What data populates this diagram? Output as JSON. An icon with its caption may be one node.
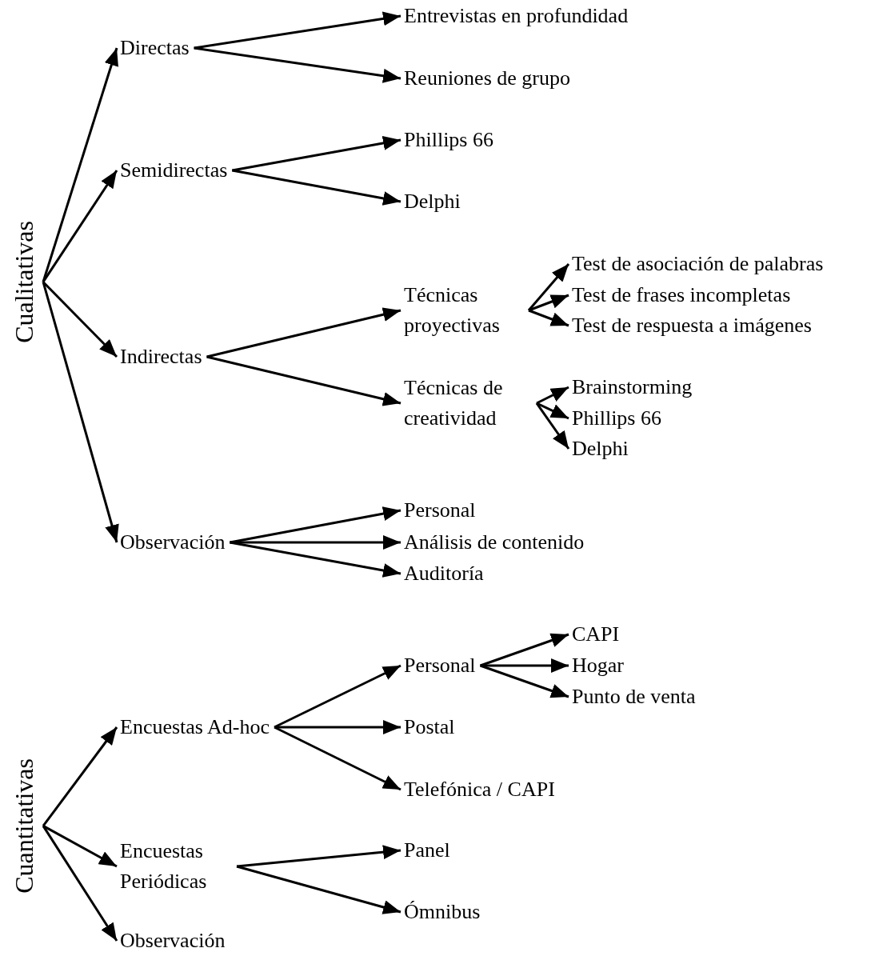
{
  "diagram": {
    "nodes": [
      {
        "text": [
          "Cualitativas"
        ]
      },
      {
        "text": [
          "Directas"
        ]
      },
      {
        "text": [
          "Entrevistas en profundidad"
        ]
      },
      {
        "text": [
          "Reuniones de grupo"
        ]
      },
      {
        "text": [
          "Semidirectas"
        ]
      },
      {
        "text": [
          "Phillips 66"
        ]
      },
      {
        "text": [
          "Delphi"
        ]
      },
      {
        "text": [
          "Indirectas"
        ]
      },
      {
        "text": [
          "Técnicas proyectivas"
        ]
      },
      {
        "text": [
          "Test de asociación de palabras"
        ]
      },
      {
        "text": [
          "Test de frases incompletas"
        ]
      },
      {
        "text": [
          "Test de respuesta a imágenes"
        ]
      },
      {
        "text": [
          "Técnicas de creatividad"
        ]
      },
      {
        "text": [
          "Brainstorming"
        ]
      },
      {
        "text": [
          "Phillips 66"
        ]
      },
      {
        "text": [
          "Delphi"
        ]
      },
      {
        "text": [
          "Observación"
        ]
      },
      {
        "text": [
          "Personal"
        ]
      },
      {
        "text": [
          "Análisis de contenido"
        ]
      },
      {
        "text": [
          "Auditoría"
        ]
      },
      {
        "text": [
          "Cuantitativas"
        ]
      },
      {
        "text": [
          "Encuestas Ad-hoc"
        ]
      },
      {
        "text": [
          "Personal"
        ]
      },
      {
        "text": [
          "CAPI"
        ]
      },
      {
        "text": [
          "Hogar"
        ]
      },
      {
        "text": [
          "Punto de venta"
        ]
      },
      {
        "text": [
          "Postal"
        ]
      },
      {
        "text": [
          "Telefónica / CAPI"
        ]
      },
      {
        "text": [
          "Encuestas Periódicas"
        ]
      },
      {
        "text": [
          "Panel"
        ]
      },
      {
        "text": [
          "Ómnibus"
        ]
      },
      {
        "text": [
          "Observación"
        ]
      }
    ],
    "edges": [
      {
        "from": 0,
        "to": 1,
        "arrow": "to"
      },
      {
        "from": 0,
        "to": 4,
        "arrow": "to"
      },
      {
        "from": 0,
        "to": 7,
        "arrow": "to"
      },
      {
        "from": 0,
        "to": 16,
        "arrow": "to"
      },
      {
        "from": 1,
        "to": 2,
        "arrow": "to"
      },
      {
        "from": 1,
        "to": 3,
        "arrow": "to"
      },
      {
        "from": 4,
        "to": 5,
        "arrow": "to"
      },
      {
        "from": 4,
        "to": 6,
        "arrow": "to"
      },
      {
        "from": 7,
        "to": 8,
        "arrow": "to"
      },
      {
        "from": 7,
        "to": 12,
        "arrow": "to"
      },
      {
        "from": 8,
        "to": 9,
        "arrow": "to"
      },
      {
        "from": 8,
        "to": 10,
        "arrow": "to"
      },
      {
        "from": 8,
        "to": 11,
        "arrow": "to"
      },
      {
        "from": 12,
        "to": 13,
        "arrow": "to"
      },
      {
        "from": 12,
        "to": 14,
        "arrow": "to"
      },
      {
        "from": 12,
        "to": 15,
        "arrow": "to"
      },
      {
        "from": 16,
        "to": 17,
        "arrow": "to"
      },
      {
        "from": 16,
        "to": 18,
        "arrow": "to"
      },
      {
        "from": 16,
        "to": 19,
        "arrow": "to"
      },
      {
        "from": 20,
        "to": 21,
        "arrow": "to"
      },
      {
        "from": 20,
        "to": 28,
        "arrow": "to"
      },
      {
        "from": 20,
        "to": 31,
        "arrow": "to"
      },
      {
        "from": 21,
        "to": 22,
        "arrow": "to"
      },
      {
        "from": 21,
        "to": 26,
        "arrow": "to"
      },
      {
        "from": 21,
        "to": 27,
        "arrow": "to"
      },
      {
        "from": 22,
        "to": 23,
        "arrow": "to"
      },
      {
        "from": 22,
        "to": 24,
        "arrow": "to"
      },
      {
        "from": 22,
        "to": 25,
        "arrow": "to"
      },
      {
        "from": 28,
        "to": 29,
        "arrow": "to"
      },
      {
        "from": 28,
        "to": 30,
        "arrow": "to"
      }
    ]
  }
}
